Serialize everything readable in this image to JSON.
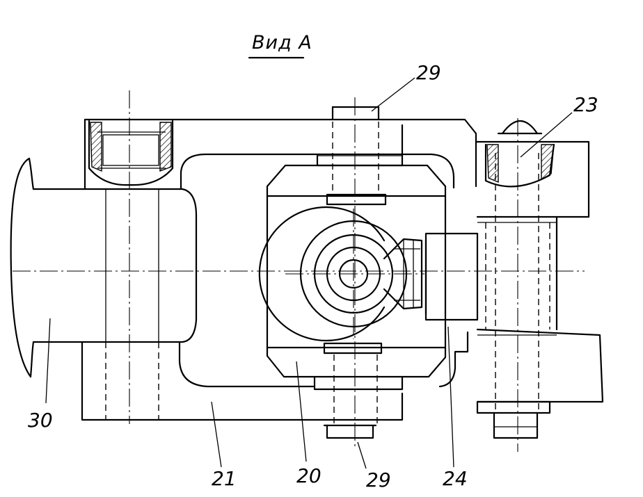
{
  "view_title": "Вид А",
  "labels": {
    "l29_top": "29",
    "l23": "23",
    "l30": "30",
    "l21": "21",
    "l20": "20",
    "l29_bottom": "29",
    "l24": "24"
  }
}
